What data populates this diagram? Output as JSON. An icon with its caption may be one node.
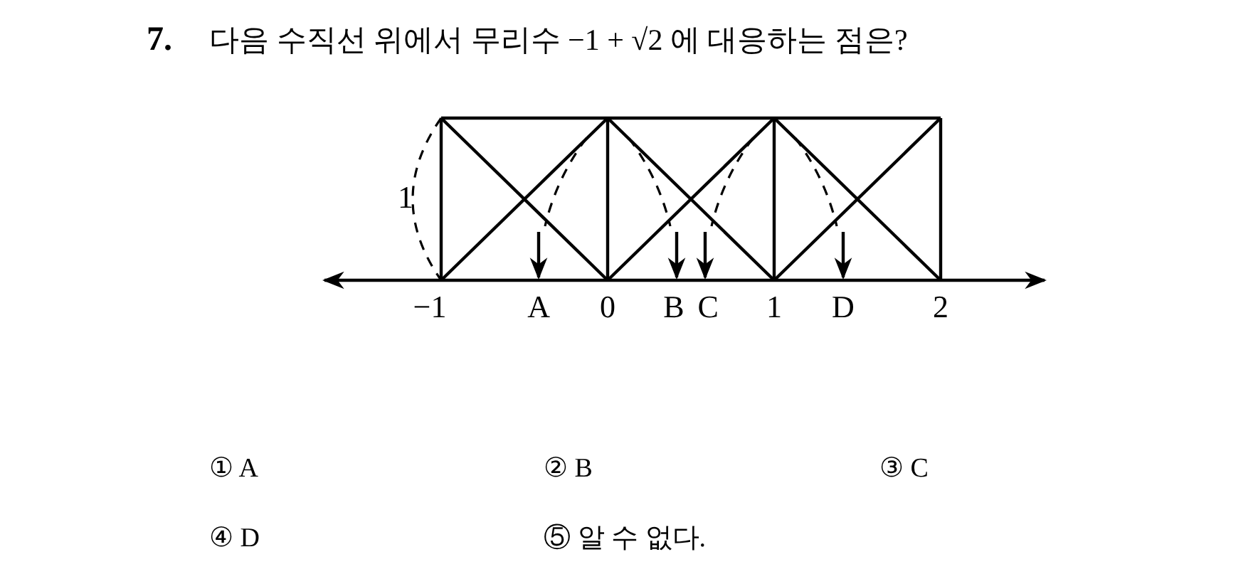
{
  "diagram": {
    "title": "다음 수직선 위에서 무리수 −1 + √2 에 대응하는 점은?",
    "labels": [
      "7.",
      "1",
      "−1",
      "A",
      "0",
      "B",
      "C",
      "1",
      "D",
      "2",
      "① A",
      "② B",
      "③ C",
      "④ D",
      "⑤ 알 수 없다."
    ]
  }
}
